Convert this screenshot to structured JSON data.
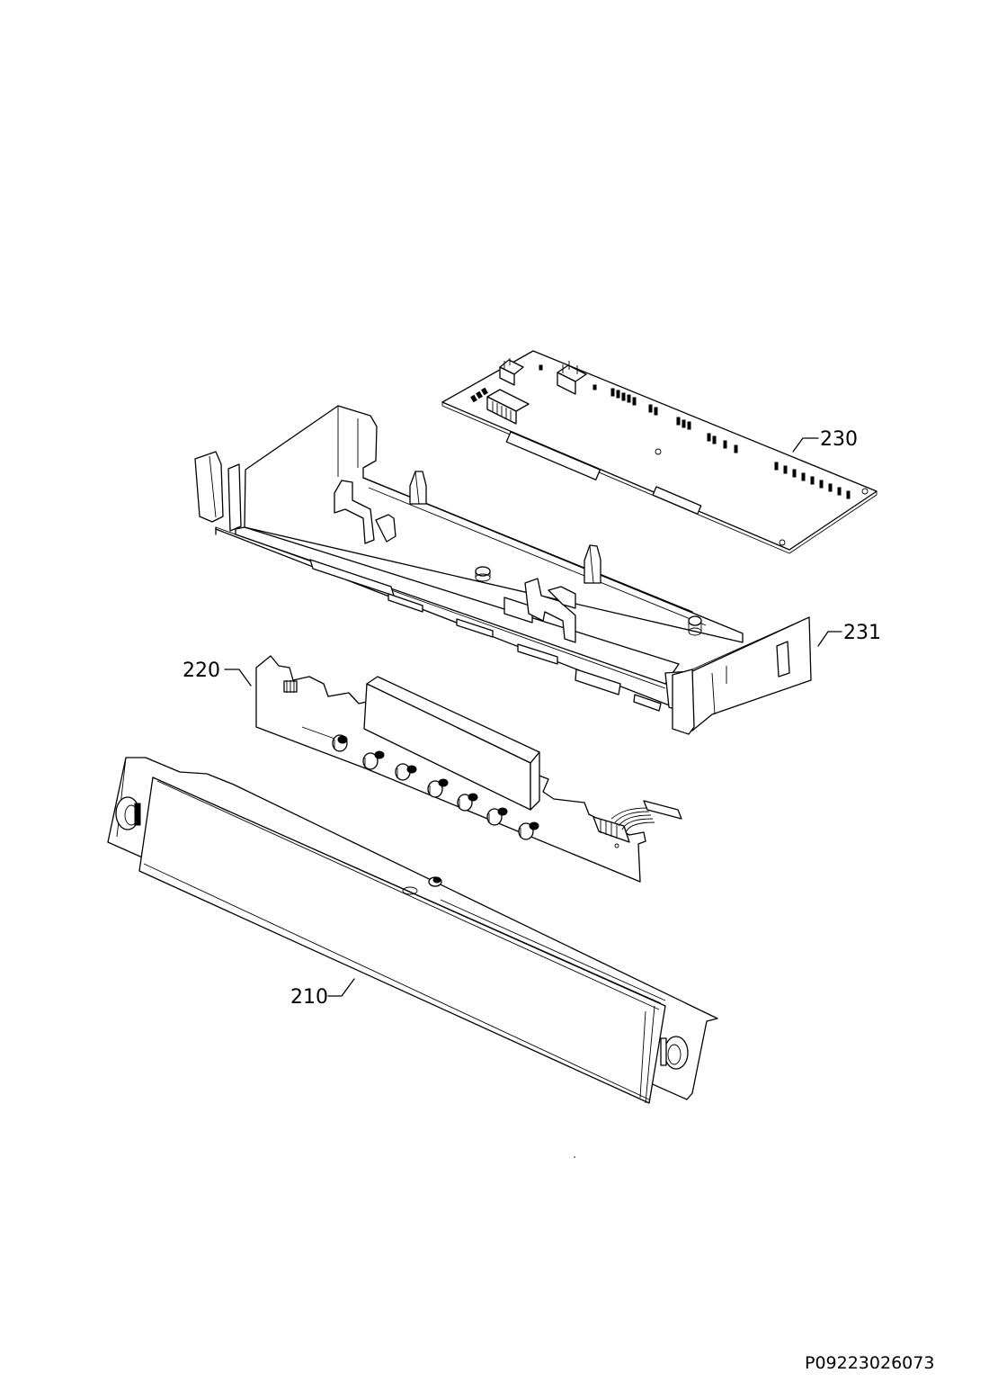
{
  "parts": [
    {
      "id": "part-230",
      "label": "230",
      "name": "pcb-board"
    },
    {
      "id": "part-231",
      "label": "231",
      "name": "control-housing"
    },
    {
      "id": "part-220",
      "label": "220",
      "name": "button-board"
    },
    {
      "id": "part-210",
      "label": "210",
      "name": "control-panel"
    }
  ],
  "drawing_code": "P09223026073"
}
